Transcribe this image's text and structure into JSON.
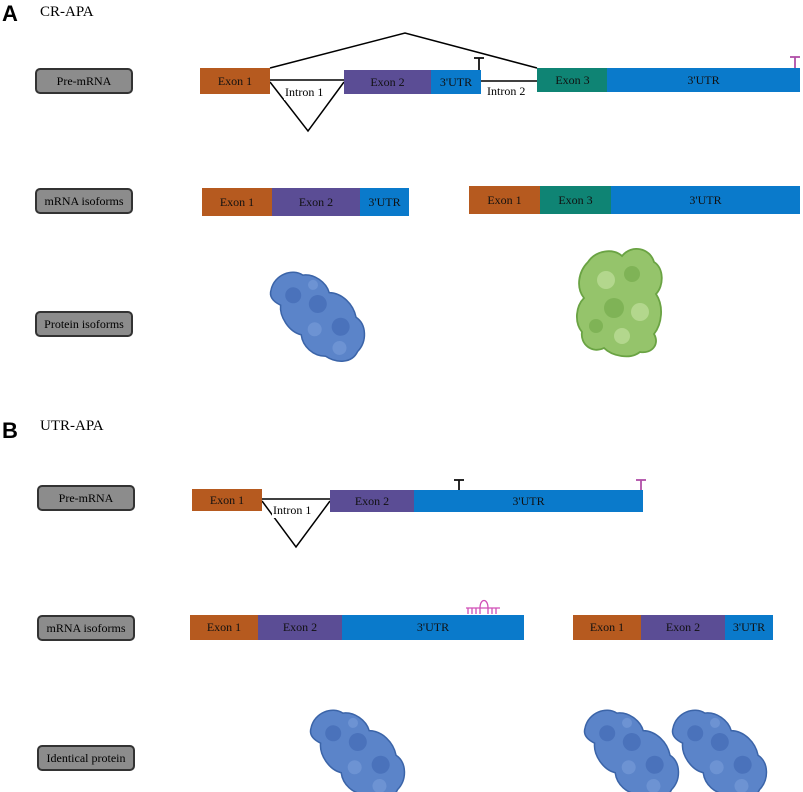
{
  "panel_a": {
    "letter": "A",
    "title": "CR-APA",
    "rows": {
      "pre_mrna": "Pre-mRNA",
      "mrna_isoforms": "mRNA isoforms",
      "protein_isoforms": "Protein isoforms"
    },
    "pre_mrna": {
      "exon1": "Exon 1",
      "intron1": "Intron 1",
      "exon2": "Exon 2",
      "utr_short": "3'UTR",
      "intron2": "Intron 2",
      "exon3": "Exon 3",
      "utr_long": "3'UTR"
    },
    "isoform_1": {
      "exon1": "Exon 1",
      "exon2": "Exon 2",
      "utr": "3'UTR"
    },
    "isoform_2": {
      "exon1": "Exon 1",
      "exon3": "Exon 3",
      "utr": "3'UTR"
    }
  },
  "panel_b": {
    "letter": "B",
    "title": "UTR-APA",
    "rows": {
      "pre_mrna": "Pre-mRNA",
      "mrna_isoforms": "mRNA isoforms",
      "identical_protein": "Identical protein"
    },
    "pre_mrna": {
      "exon1": "Exon 1",
      "intron1": "Intron 1",
      "exon2": "Exon 2",
      "utr": "3'UTR"
    },
    "isoform_long": {
      "exon1": "Exon 1",
      "exon2": "Exon 2",
      "utr": "3'UTR"
    },
    "isoform_short": {
      "exon1": "Exon 1",
      "exon2": "Exon 2",
      "utr": "3'UTR"
    }
  },
  "colors": {
    "exon1": "#b65a1f",
    "exon2": "#5b4d95",
    "exon3": "#0f8474",
    "utr": "#0a7acb",
    "proximal_pas": "#111111",
    "distal_pas": "#b04fa8",
    "protein_blue": "#5b84c9",
    "protein_green": "#95c46b"
  }
}
